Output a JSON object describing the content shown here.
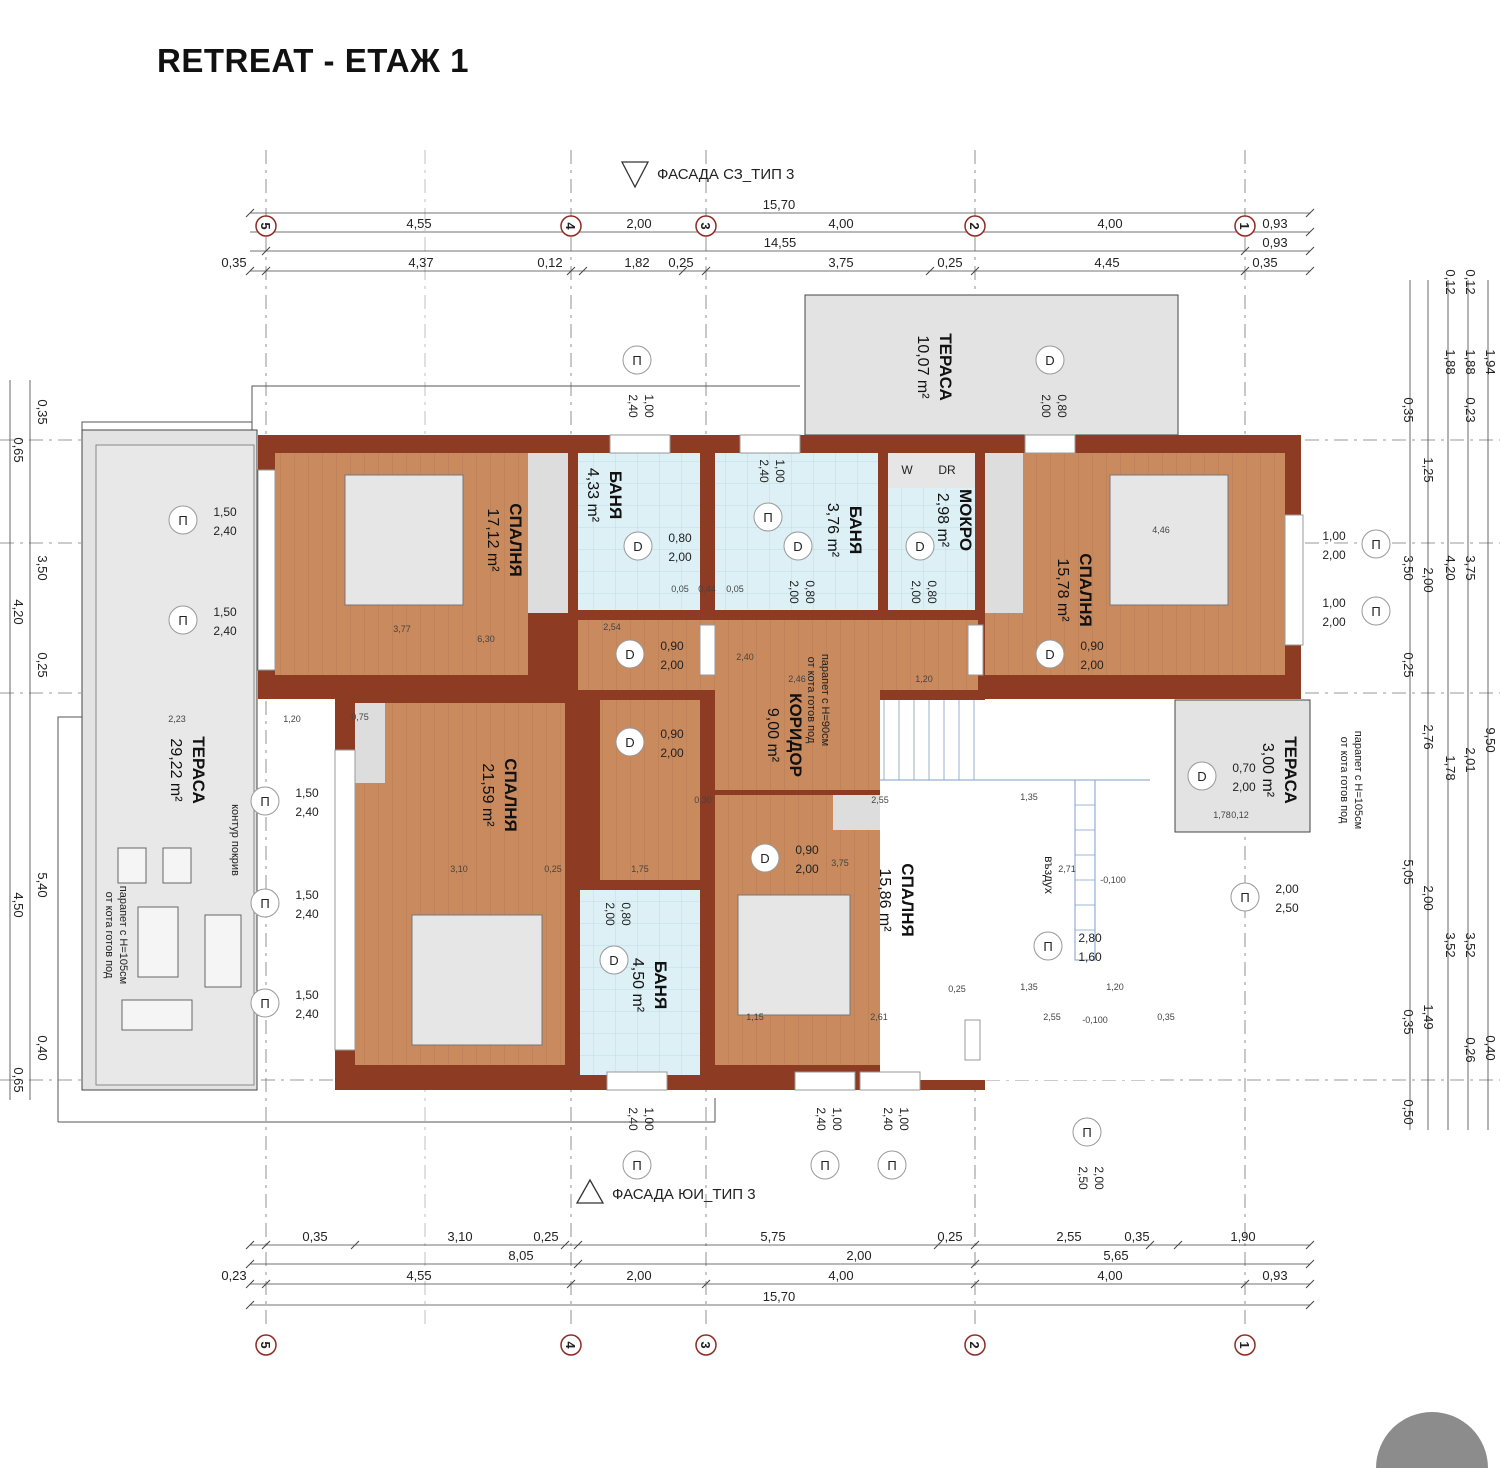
{
  "title": "RETREAT - ЕТАЖ 1",
  "facade_top": "ФАСАДА СЗ_ТИП 3",
  "facade_bottom": "ФАСАДА ЮИ_ТИП 3",
  "axes": [
    "5",
    "4",
    "3",
    "2",
    "1"
  ],
  "colors": {
    "wood": "#c98a5e",
    "wall": "#8e3b24",
    "bath": "#dcf0f6",
    "terrace": "#e3e3e3",
    "axis": "#8e2b22"
  },
  "top_dims": {
    "overall": "15,70",
    "row1": [
      "4,55",
      "2,00",
      "4,00",
      "4,00",
      "0,93"
    ],
    "row2": [
      "14,55",
      "0,93"
    ],
    "row3": [
      "0,35",
      "4,37",
      "0,12",
      "1,82",
      "0,25",
      "3,75",
      "0,25",
      "4,45",
      "0,35"
    ]
  },
  "bottom_dims": {
    "row1": [
      "0,35",
      "3,10",
      "0,25",
      "5,75",
      "0,25",
      "2,55",
      "0,35",
      "1,90"
    ],
    "row2": [
      "8,05",
      "2,00",
      "5,65"
    ],
    "row3": [
      "0,23",
      "4,55",
      "2,00",
      "4,00",
      "4,00",
      "0,93"
    ],
    "overall": "15,70"
  },
  "left_dims": [
    "0,35",
    "0,65",
    "3,50",
    "4,20",
    "0,25",
    "5,40",
    "4,50",
    "0,40",
    "0,65"
  ],
  "right_dims": [
    "0,12",
    "0,12",
    "1,94",
    "1,88",
    "1,88",
    "0,23",
    "0,35",
    "1,25",
    "3,50",
    "4,20",
    "3,75",
    "2,00",
    "0,25",
    "2,76",
    "9,50",
    "2,01",
    "1,78",
    "5,05",
    "2,00",
    "3,52",
    "3,52",
    "0,35",
    "1,49",
    "0,40",
    "0,26",
    "0,50"
  ],
  "rooms": [
    {
      "name": "СПАЛНЯ",
      "area": "17,12 m²"
    },
    {
      "name": "БАНЯ",
      "area": "4,33 m²"
    },
    {
      "name": "БАНЯ",
      "area": "3,76 m²"
    },
    {
      "name": "МОКРО",
      "area": "2,98 m²"
    },
    {
      "name": "СПАЛНЯ",
      "area": "15,78 m²"
    },
    {
      "name": "ТЕРАСА",
      "area": "10,07 m²"
    },
    {
      "name": "КОРИДОР",
      "area": "9,00 m²"
    },
    {
      "name": "СПАЛНЯ",
      "area": "21,59 m²"
    },
    {
      "name": "БАНЯ",
      "area": "4,50 m²"
    },
    {
      "name": "СПАЛНЯ",
      "area": "15,86 m²"
    },
    {
      "name": "ТЕРАСА",
      "area": "29,22 m²"
    },
    {
      "name": "ТЕРАСА",
      "area": "3,00 m²"
    }
  ],
  "air_label": "въздух",
  "appliances": [
    "W",
    "DR"
  ],
  "notes": {
    "parapet_90": [
      "парапет с H=90см",
      "от кота готов под"
    ],
    "parapet_105_right": [
      "парапет с H=105см",
      "от кота готов под"
    ],
    "parapet_105_left": [
      "парапет с H=105см",
      "от кота готов под"
    ],
    "roof_outline": "контур покрив"
  },
  "markers": [
    {
      "type": "П",
      "w": "1,00",
      "h": "2,40"
    },
    {
      "type": "D",
      "w": "0,80",
      "h": "2,00"
    },
    {
      "type": "П",
      "w": "1,50",
      "h": "2,40"
    },
    {
      "type": "П",
      "w": "1,50",
      "h": "2,40"
    },
    {
      "type": "D",
      "w": "0,80",
      "h": "2,00"
    },
    {
      "type": "П",
      "w": "1,00",
      "h": "2,40"
    },
    {
      "type": "D",
      "w": "0,80",
      "h": "2,00"
    },
    {
      "type": "D",
      "w": "0,80",
      "h": "2,00"
    },
    {
      "type": "П",
      "w": "1,00",
      "h": "2,00"
    },
    {
      "type": "П",
      "w": "1,00",
      "h": "2,00"
    },
    {
      "type": "D",
      "w": "0,90",
      "h": "2,00"
    },
    {
      "type": "D",
      "w": "0,90",
      "h": "2,00"
    },
    {
      "type": "D",
      "w": "0,90",
      "h": "2,00"
    },
    {
      "type": "П",
      "w": "1,50",
      "h": "2,40"
    },
    {
      "type": "П",
      "w": "1,50",
      "h": "2,40"
    },
    {
      "type": "П",
      "w": "1,50",
      "h": "2,40"
    },
    {
      "type": "D",
      "w": "0,90",
      "h": "2,00"
    },
    {
      "type": "D",
      "w": "0,70",
      "h": "2,00"
    },
    {
      "type": "D",
      "w": "0,80",
      "h": "2,00"
    },
    {
      "type": "П",
      "w": "2,00",
      "h": "2,50"
    },
    {
      "type": "П",
      "w": "2,80",
      "h": "1,60"
    },
    {
      "type": "П",
      "w": "1,00",
      "h": "2,40"
    },
    {
      "type": "П",
      "w": "1,00",
      "h": "2,40"
    },
    {
      "type": "П",
      "w": "1,00",
      "h": "2,40"
    },
    {
      "type": "П",
      "w": "2,00",
      "h": "2,50"
    }
  ],
  "interior_dims": [
    "0,05",
    "0,44",
    "0,05",
    "2,54",
    "6,30",
    "3,77",
    "2,46",
    "1,20",
    "2,40",
    "2,55",
    "3,75",
    "3,10",
    "1,75",
    "0,25",
    "1,35",
    "1,35",
    "1,20",
    "2,61",
    "1,15",
    "2,55",
    "-0,100",
    "-0,100",
    "2,71",
    "4,46",
    "2,23",
    "1,20",
    "0,30",
    "0,75",
    "0,25",
    "0,35",
    "1,78",
    "0,12"
  ]
}
